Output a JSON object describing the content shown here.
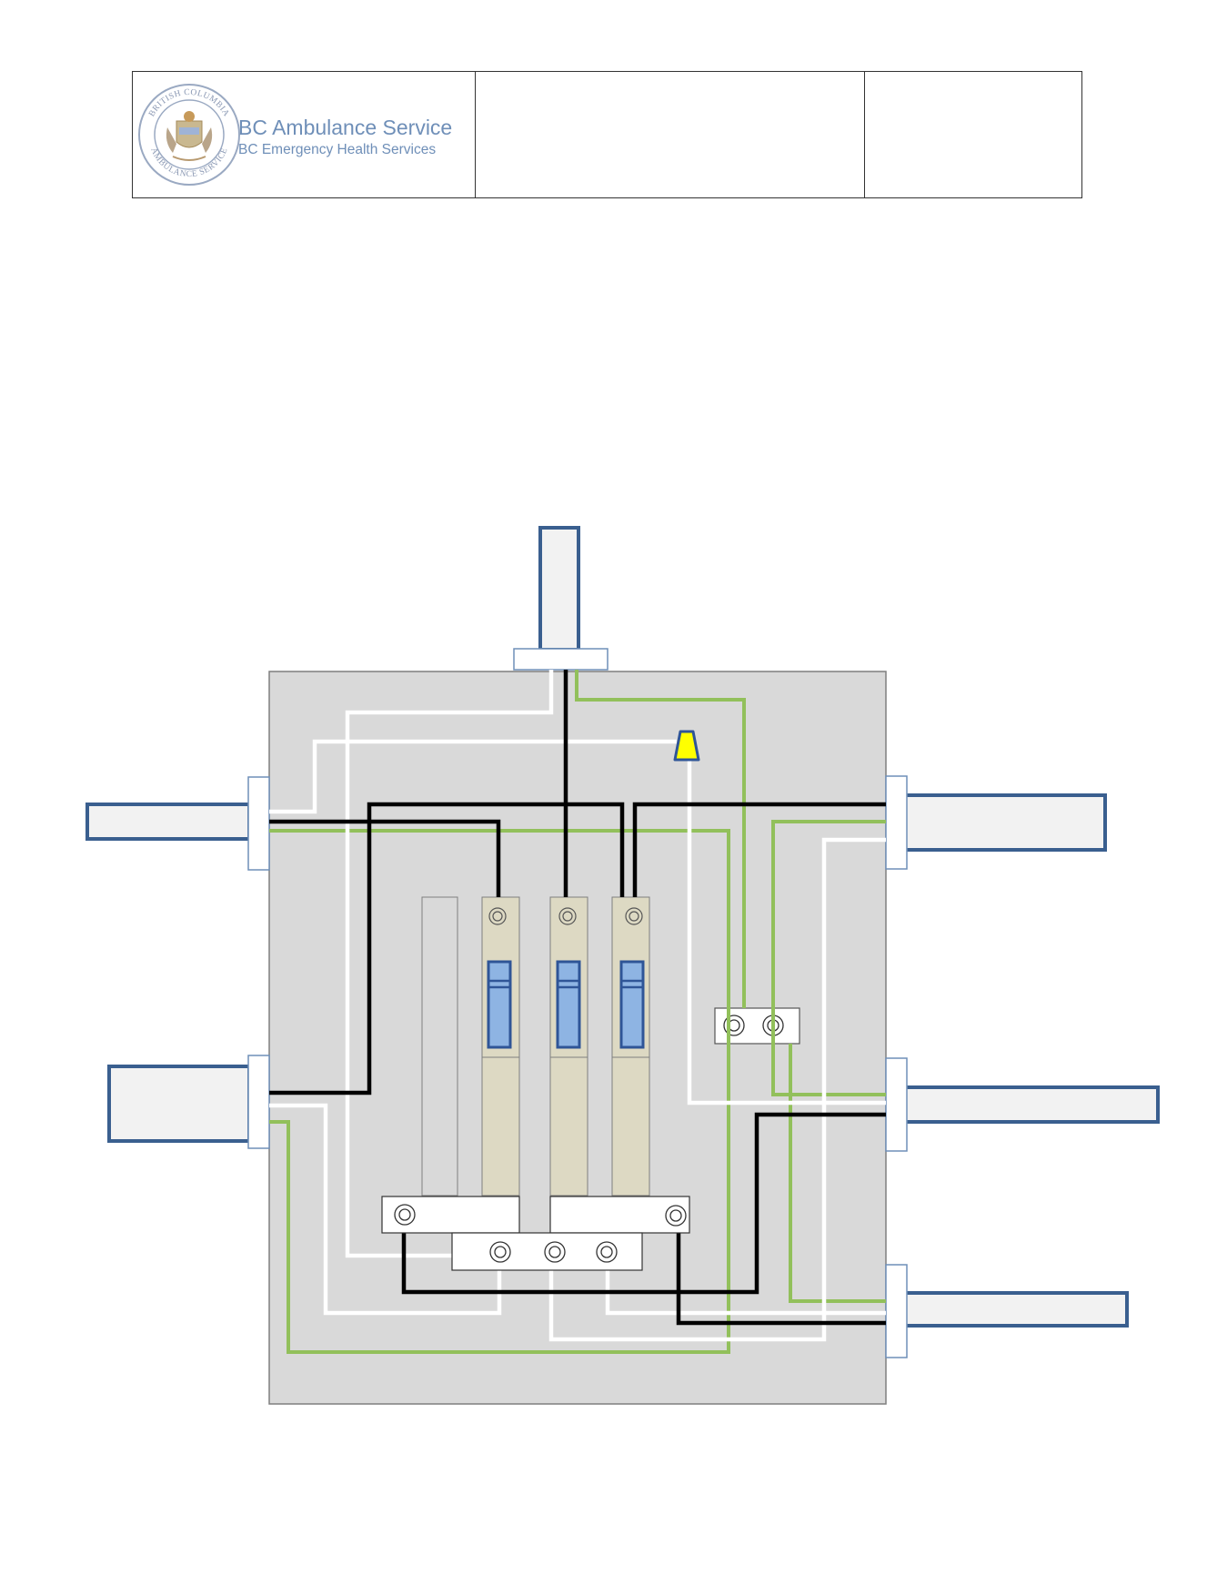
{
  "header": {
    "org_name": "BC Ambulance Service",
    "org_subtitle": "BC Emergency Health Services",
    "seal_text_top": "BRITISH COLUMBIA",
    "seal_text_bottom": "AMBULANCE SERVICE"
  },
  "colors": {
    "panel_fill": "#d9d9d9",
    "conduit_fill": "#f2f2f2",
    "conduit_stroke": "#3a5f8f",
    "hot_wire": "#000000",
    "neutral_wire": "#ffffff",
    "ground_wire": "#92c05b",
    "breaker_body": "#ddd9c3",
    "breaker_toggle": "#8eb4e3",
    "wire_nut": "#ffff00"
  },
  "diagram": {
    "breakers": 3,
    "blank_slots": 1,
    "ground_bar_terminals": 2,
    "neutral_bar_terminals": 3,
    "wire_nuts": 1
  }
}
